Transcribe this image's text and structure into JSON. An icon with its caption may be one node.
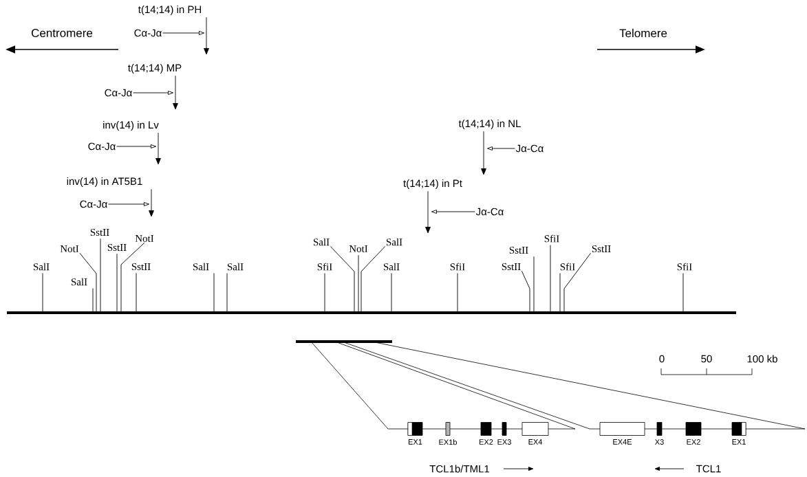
{
  "diagram": {
    "nodes": [
      {
        "text": [
          "t(14;14) in PH"
        ]
      },
      {
        "text": [
          "Cα-Jα"
        ]
      },
      {
        "text": [
          "t(14;14) MP"
        ]
      },
      {
        "text": [
          "Cα-Jα"
        ]
      },
      {
        "text": [
          "inv(14) in Lv"
        ]
      },
      {
        "text": [
          "Cα-Jα"
        ]
      },
      {
        "text": [
          "t(14;14) in NL"
        ]
      },
      {
        "text": [
          "Jα-Cα"
        ]
      },
      {
        "text": [
          "inv(14) in AT5B1"
        ]
      },
      {
        "text": [
          "Cα-Jα"
        ]
      },
      {
        "text": [
          "t(14;14) in Pt"
        ]
      },
      {
        "text": [
          "Jα-Cα"
        ]
      },
      {
        "text": [
          "SalI"
        ]
      },
      {
        "text": [
          "SalI"
        ]
      },
      {
        "text": [
          "NotI"
        ]
      },
      {
        "text": [
          "SstII"
        ]
      },
      {
        "text": [
          "SstII"
        ]
      },
      {
        "text": [
          "NotI"
        ]
      },
      {
        "text": [
          "SstII"
        ]
      },
      {
        "text": [
          "SalI"
        ]
      },
      {
        "text": [
          "SalI"
        ]
      },
      {
        "text": [
          "SfiI"
        ]
      },
      {
        "text": [
          "SalI"
        ]
      },
      {
        "text": [
          "NotI"
        ]
      },
      {
        "text": [
          "SalI"
        ]
      },
      {
        "text": [
          "SalI"
        ]
      },
      {
        "text": [
          "SfiI"
        ]
      },
      {
        "text": [
          "SstII"
        ]
      },
      {
        "text": [
          "SstII"
        ]
      },
      {
        "text": [
          "SfiI"
        ]
      },
      {
        "text": [
          "SfiI"
        ]
      },
      {
        "text": [
          "SstII"
        ]
      },
      {
        "text": [
          "SfiI"
        ]
      },
      {
        "text": [
          "EX1"
        ]
      },
      {
        "text": [
          "EX1b"
        ]
      },
      {
        "text": [
          "EX2"
        ]
      },
      {
        "text": [
          "EX3"
        ]
      },
      {
        "text": [
          "EX4"
        ]
      },
      {
        "text": [
          "EX4E"
        ]
      },
      {
        "text": [
          "X3"
        ]
      },
      {
        "text": [
          "EX2"
        ]
      },
      {
        "text": [
          "EX1"
        ]
      }
    ],
    "edges": [
      {
        "from": 0,
        "to": null,
        "arrow": "to"
      },
      {
        "from": 1,
        "to": 0,
        "arrow": "to"
      },
      {
        "from": 2,
        "to": null,
        "arrow": "to"
      },
      {
        "from": 3,
        "to": 2,
        "arrow": "to"
      },
      {
        "from": 4,
        "to": null,
        "arrow": "to"
      },
      {
        "from": 5,
        "to": 4,
        "arrow": "to"
      },
      {
        "from": 6,
        "to": null,
        "arrow": "to"
      },
      {
        "from": 7,
        "to": 6,
        "arrow": "to"
      },
      {
        "from": 8,
        "to": null,
        "arrow": "to"
      },
      {
        "from": 9,
        "to": 8,
        "arrow": "to"
      },
      {
        "from": 10,
        "to": null,
        "arrow": "to"
      },
      {
        "from": 11,
        "to": 10,
        "arrow": "to"
      },
      {
        "from": 12,
        "to": null,
        "arrow": "none"
      },
      {
        "from": 13,
        "to": null,
        "arrow": "none"
      },
      {
        "from": 14,
        "to": null,
        "arrow": "none"
      },
      {
        "from": 15,
        "to": null,
        "arrow": "none"
      },
      {
        "from": 16,
        "to": null,
        "arrow": "none"
      },
      {
        "from": 17,
        "to": null,
        "arrow": "none"
      },
      {
        "from": 18,
        "to": null,
        "arrow": "none"
      },
      {
        "from": 19,
        "to": null,
        "arrow": "none"
      },
      {
        "from": 20,
        "to": null,
        "arrow": "none"
      },
      {
        "from": 21,
        "to": null,
        "arrow": "none"
      },
      {
        "from": 22,
        "to": null,
        "arrow": "none"
      },
      {
        "from": 23,
        "to": null,
        "arrow": "none"
      },
      {
        "from": 24,
        "to": null,
        "arrow": "none"
      },
      {
        "from": 25,
        "to": null,
        "arrow": "none"
      },
      {
        "from": 26,
        "to": null,
        "arrow": "none"
      },
      {
        "from": 27,
        "to": null,
        "arrow": "none"
      },
      {
        "from": 28,
        "to": null,
        "arrow": "none"
      },
      {
        "from": 29,
        "to": null,
        "arrow": "none"
      },
      {
        "from": 30,
        "to": null,
        "arrow": "none"
      },
      {
        "from": 31,
        "to": null,
        "arrow": "none"
      },
      {
        "from": 32,
        "to": null,
        "arrow": "none"
      }
    ],
    "labels": [
      "Centromere",
      "Telomere",
      "0",
      "50",
      "100 kb",
      "TCL1b/TML1",
      "TCL1"
    ]
  }
}
